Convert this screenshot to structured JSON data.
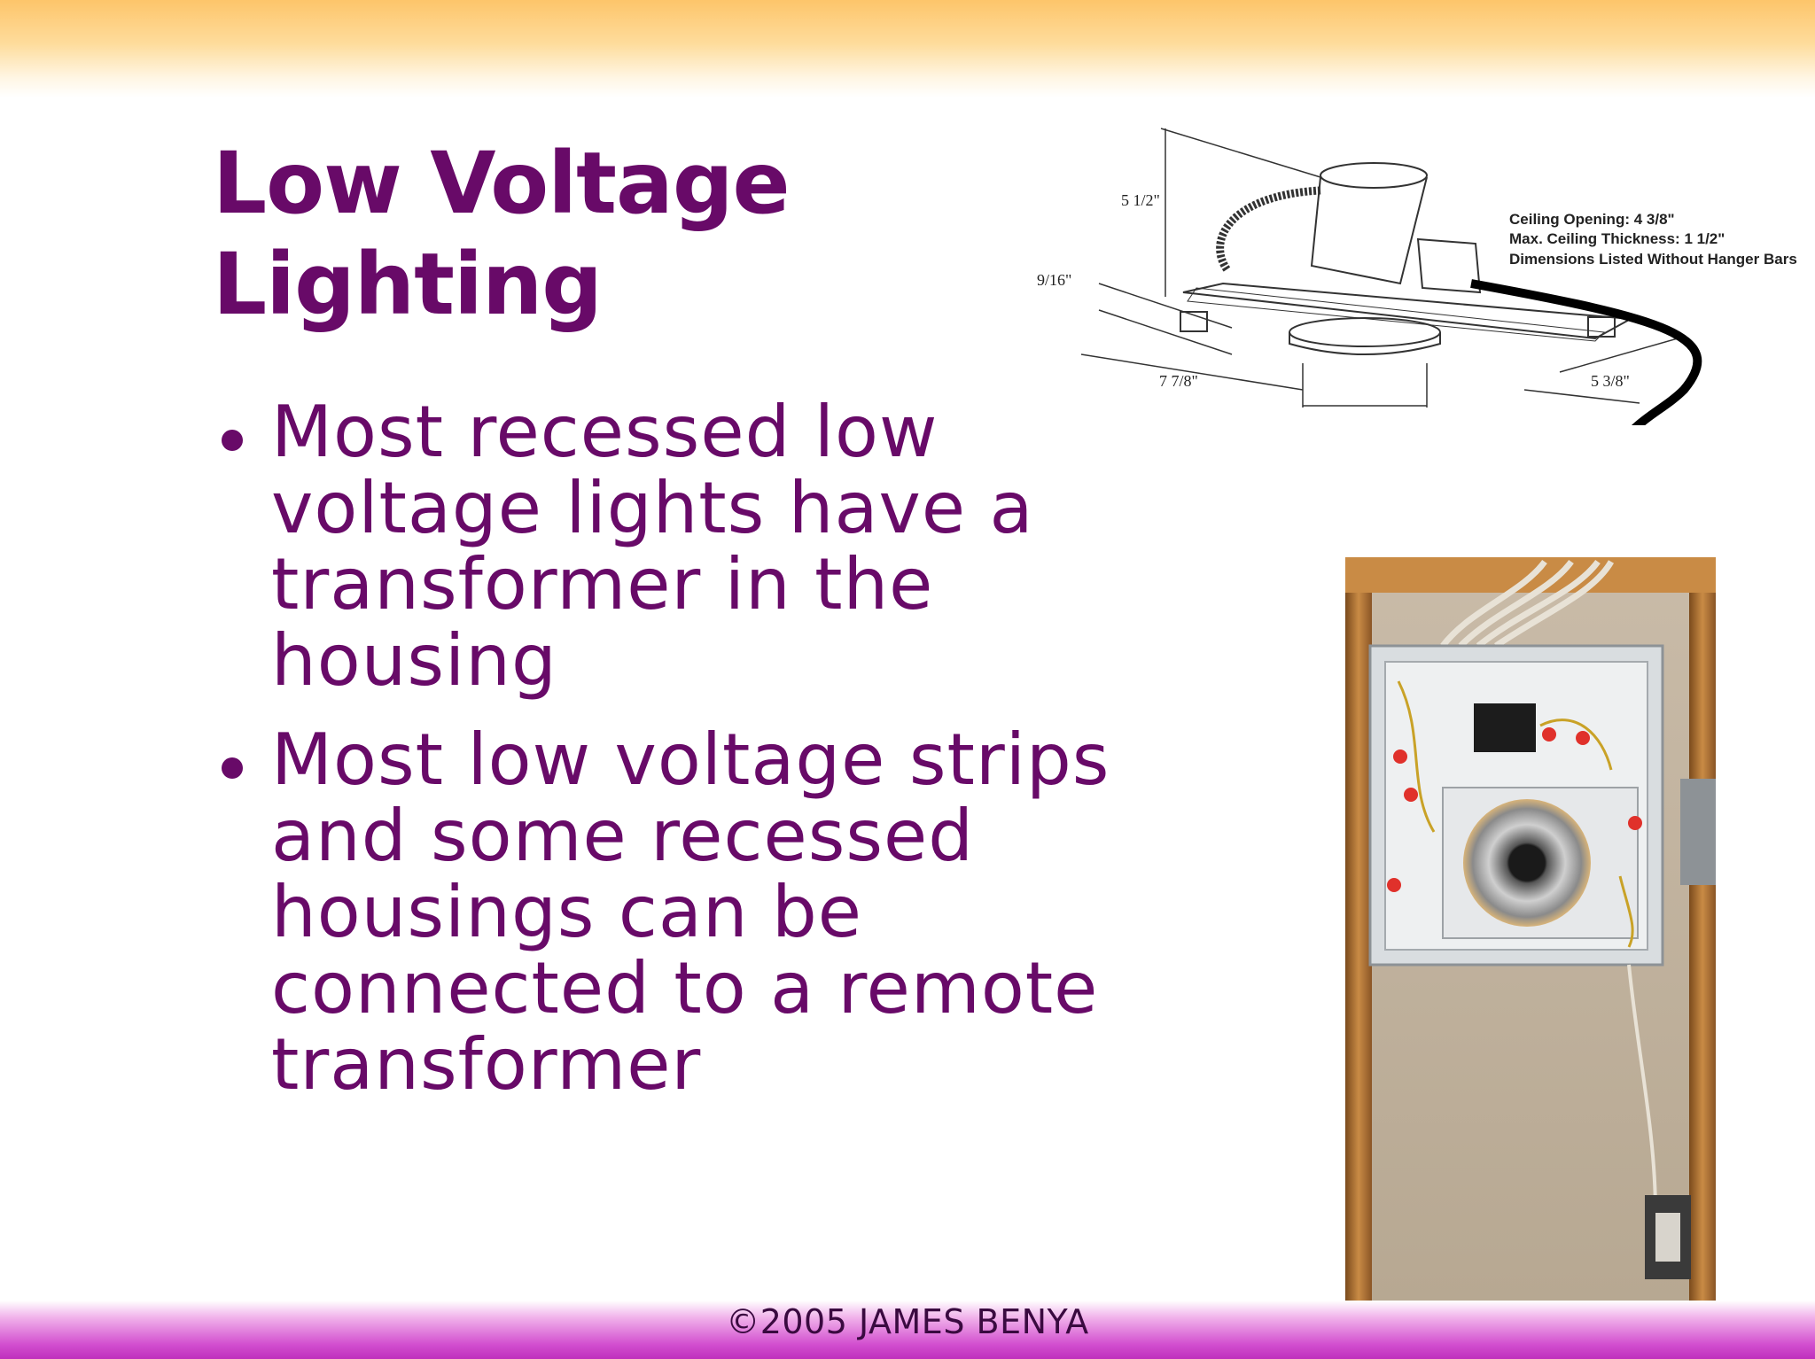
{
  "slide": {
    "title_lines": [
      "Low Voltage",
      "Lighting"
    ],
    "bullets": [
      "Most recessed low voltage lights have a transformer in the housing",
      "Most low voltage strips and some recessed housings can be connected to a remote transformer"
    ],
    "footer": "©2005 JAMES BENYA"
  },
  "diagram": {
    "specs": [
      "Ceiling Opening:  4 3/8\"",
      "Max. Ceiling Thickness:  1 1/2\"",
      "Dimensions Listed Without Hanger Bars"
    ],
    "dimensions": {
      "height": "5 1/2\"",
      "trim": "9/16\"",
      "left_width": "7 7/8\"",
      "right_width": "5 3/8\""
    }
  },
  "colors": {
    "title": "#680a68",
    "top_band": "#fdc56a",
    "bottom_band": "#c93bc6"
  }
}
